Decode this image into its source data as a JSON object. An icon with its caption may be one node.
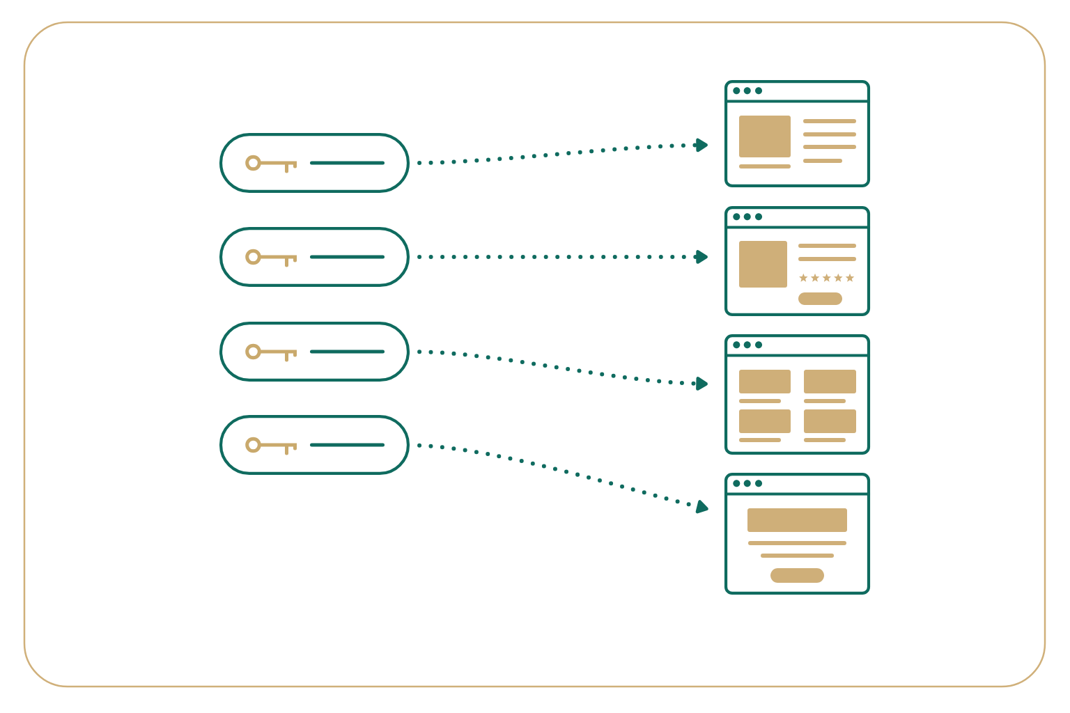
{
  "diagram": {
    "nodes": [
      {
        "text": [],
        "shape": "pill"
      },
      {
        "text": [],
        "shape": "pill"
      },
      {
        "text": [],
        "shape": "pill"
      },
      {
        "text": [],
        "shape": "pill"
      },
      {
        "text": [],
        "shape": "window"
      },
      {
        "text": [],
        "shape": "window"
      },
      {
        "text": [],
        "shape": "window"
      },
      {
        "text": [],
        "shape": "window"
      }
    ],
    "edges": [
      {
        "from": 0,
        "to": 4,
        "arrow": "to",
        "style": "dashed"
      },
      {
        "from": 1,
        "to": 5,
        "arrow": "to",
        "style": "dashed"
      },
      {
        "from": 2,
        "to": 6,
        "arrow": "to",
        "style": "dashed"
      },
      {
        "from": 3,
        "to": 7,
        "arrow": "to",
        "style": "dashed"
      }
    ]
  }
}
